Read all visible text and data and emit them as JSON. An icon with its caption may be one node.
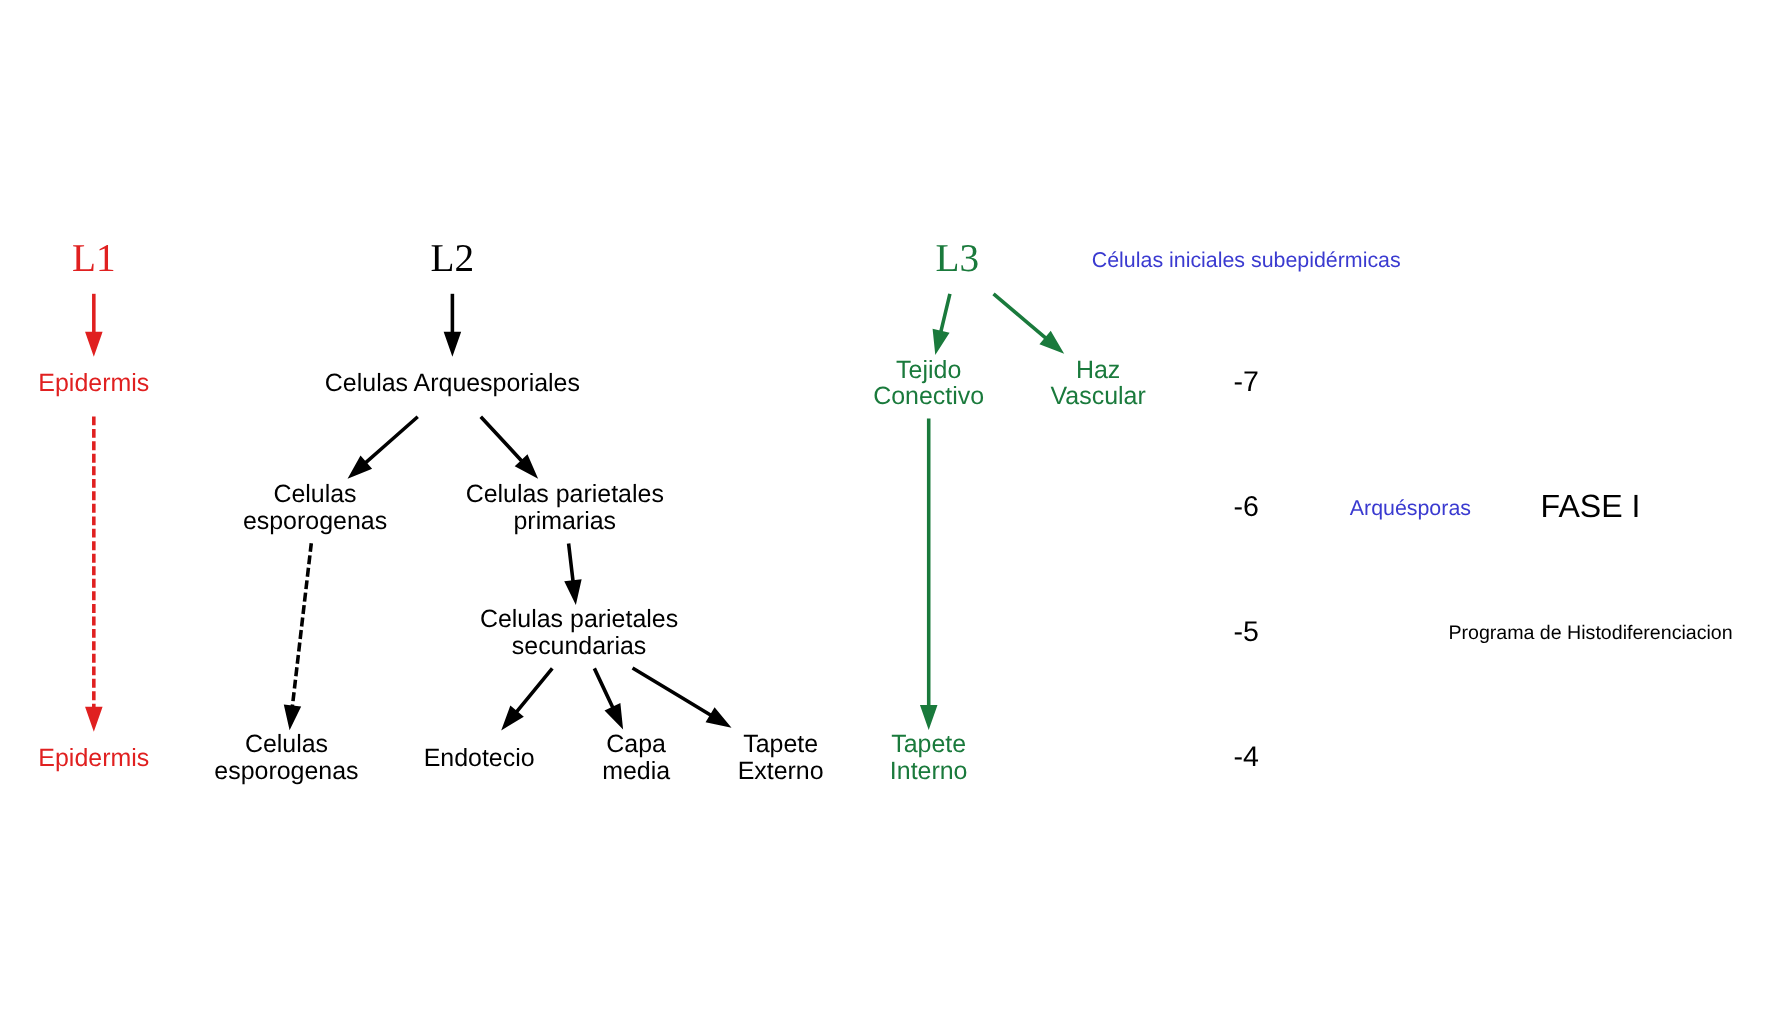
{
  "diagram": {
    "nodes": [
      {
        "text": [
          "L1"
        ]
      },
      {
        "text": [
          "Epidermis"
        ]
      },
      {
        "text": [
          "Epidermis"
        ]
      },
      {
        "text": [
          "L2"
        ]
      },
      {
        "text": [
          "Celulas Arquesporiales"
        ]
      },
      {
        "text": [
          "Celulas esporogenas"
        ]
      },
      {
        "text": [
          "Celulas parietales primarias"
        ]
      },
      {
        "text": [
          "Celulas parietales secundarias"
        ]
      },
      {
        "text": [
          "Celulas esporogenas"
        ]
      },
      {
        "text": [
          "Endotecio"
        ]
      },
      {
        "text": [
          "Capa media"
        ]
      },
      {
        "text": [
          "Tapete Externo"
        ]
      },
      {
        "text": [
          "L3"
        ]
      },
      {
        "text": [
          "Tejido Conectivo"
        ]
      },
      {
        "text": [
          "Haz Vascular"
        ]
      },
      {
        "text": [
          "Tapete Interno"
        ]
      }
    ],
    "edges": [
      {
        "from": 0,
        "to": 1,
        "arrow": "to",
        "color": "#e02020"
      },
      {
        "from": 1,
        "to": 2,
        "arrow": "to",
        "style": "dashed",
        "color": "#e02020"
      },
      {
        "from": 3,
        "to": 4,
        "arrow": "to"
      },
      {
        "from": 4,
        "to": 5,
        "arrow": "to"
      },
      {
        "from": 4,
        "to": 6,
        "arrow": "to"
      },
      {
        "from": 6,
        "to": 7,
        "arrow": "to"
      },
      {
        "from": 5,
        "to": 8,
        "arrow": "to",
        "style": "dashed"
      },
      {
        "from": 7,
        "to": 9,
        "arrow": "to"
      },
      {
        "from": 7,
        "to": 10,
        "arrow": "to"
      },
      {
        "from": 7,
        "to": 11,
        "arrow": "to"
      },
      {
        "from": 12,
        "to": 13,
        "arrow": "to",
        "color": "#1a7a3c"
      },
      {
        "from": 12,
        "to": 14,
        "arrow": "to",
        "color": "#1a7a3c"
      },
      {
        "from": 13,
        "to": 15,
        "arrow": "to",
        "color": "#1a7a3c"
      }
    ],
    "labels": [
      "Células iniciales subepidérmicas",
      "Arquésporas",
      "-7",
      "-6",
      "-5",
      "-4",
      "FASE I",
      "Programa de Histodiferenciacion"
    ]
  }
}
